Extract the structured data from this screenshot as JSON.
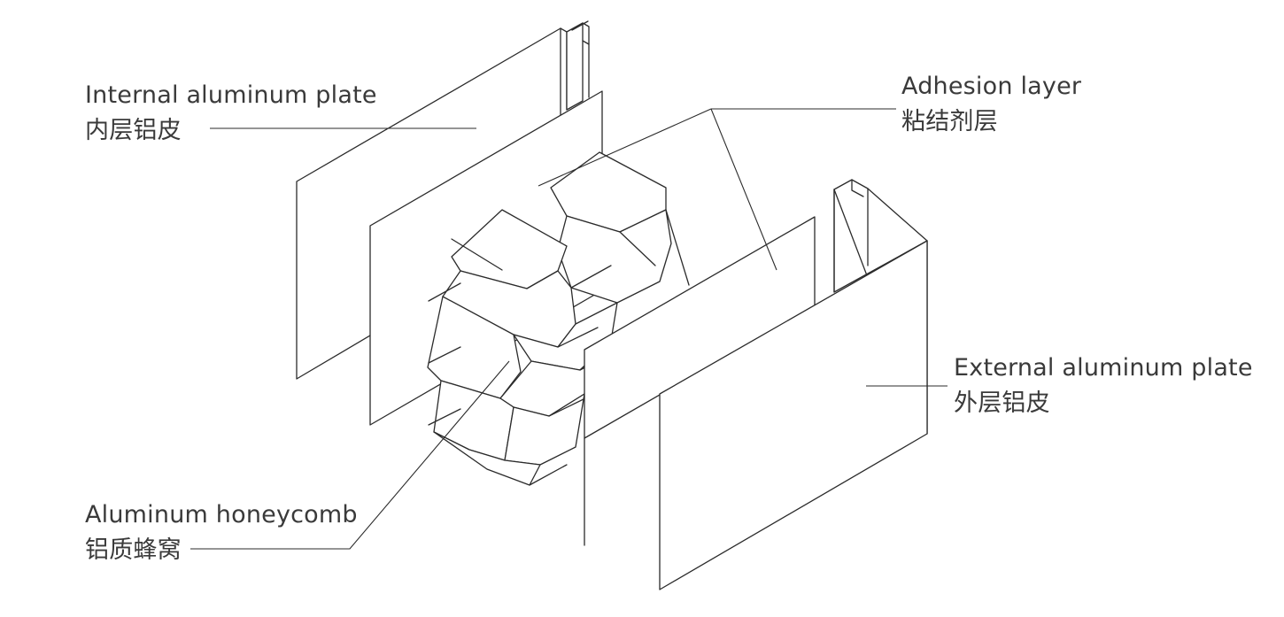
{
  "labels": {
    "internal_plate": {
      "en": "Internal aluminum plate",
      "zh": "内层铝皮"
    },
    "adhesion_layer": {
      "en": "Adhesion layer",
      "zh": "粘结剂层"
    },
    "external_plate": {
      "en": "External aluminum plate",
      "zh": "外层铝皮"
    },
    "honeycomb": {
      "en": "Aluminum honeycomb",
      "zh": "铝质蜂窝"
    }
  },
  "colors": {
    "line": "#2b2b2b",
    "text": "#3a3a3a",
    "background": "#ffffff"
  }
}
